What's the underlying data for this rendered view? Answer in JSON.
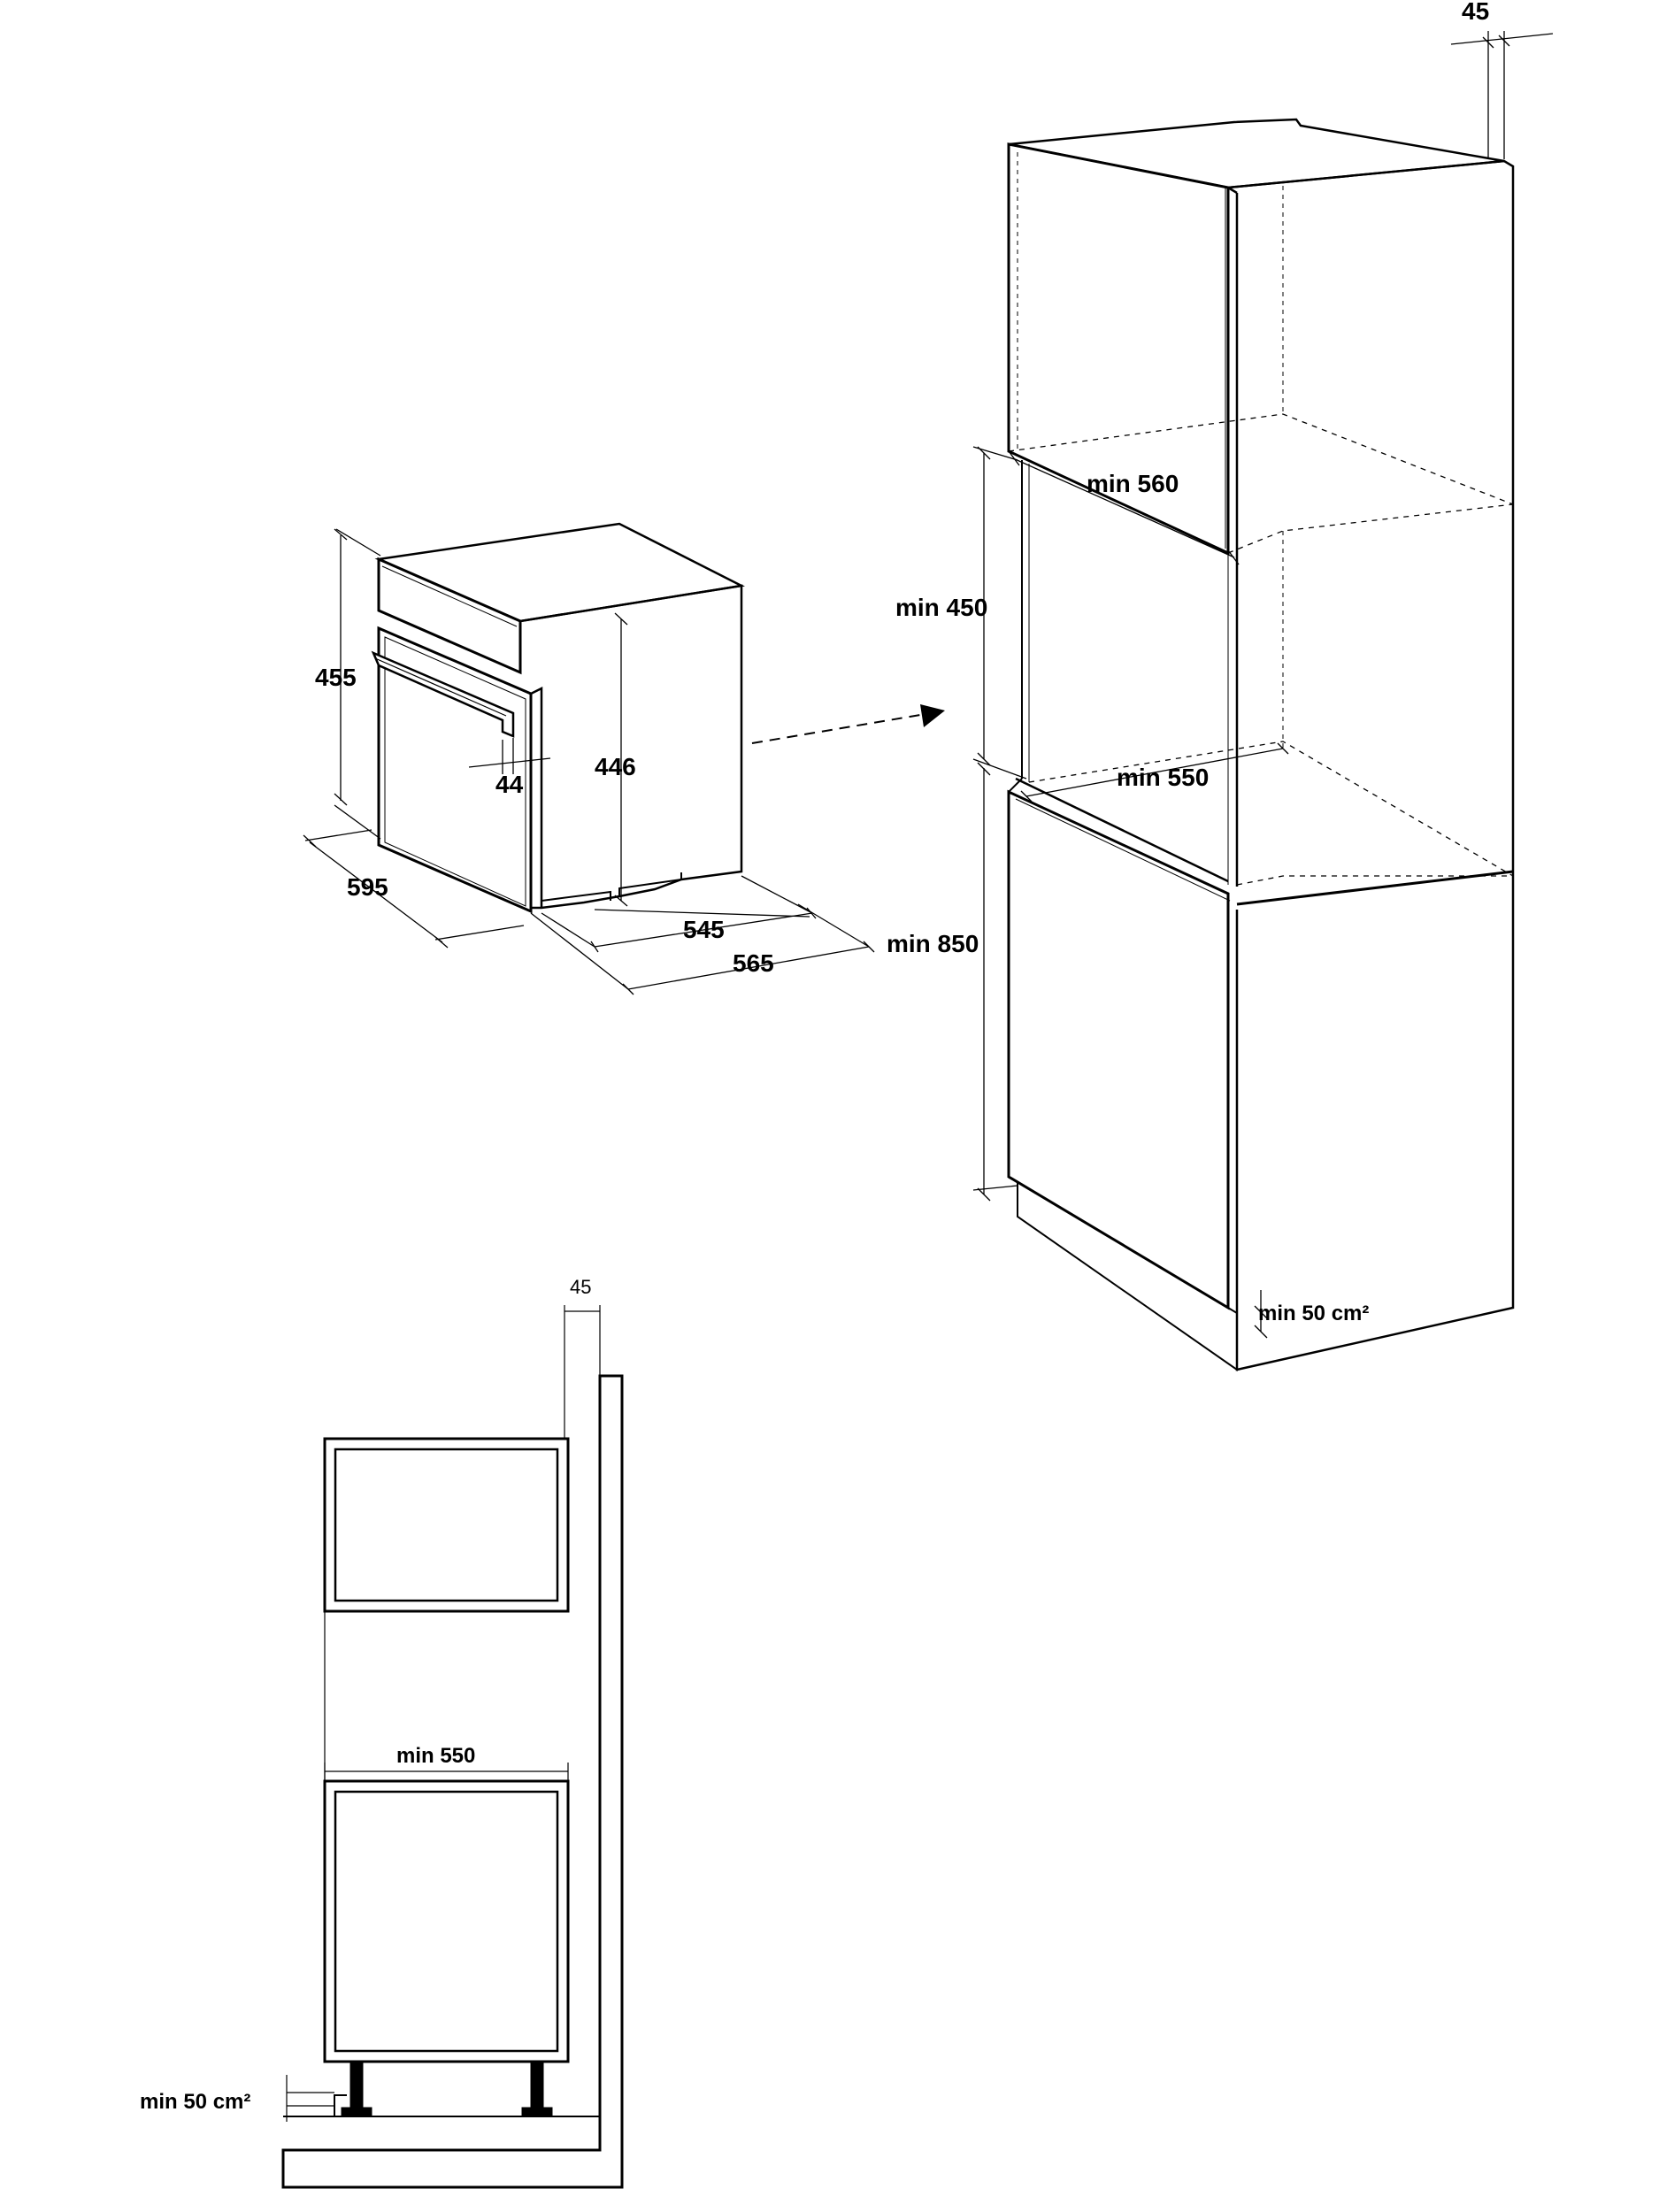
{
  "oven_dims": {
    "height_outer": "455",
    "height_inner": "446",
    "handle_depth": "44",
    "width": "595",
    "depth_body": "545",
    "depth_total": "565"
  },
  "cabinet_dims": {
    "side_panel_thickness": "45",
    "min_width": "min 560",
    "min_opening_height": "min 450",
    "min_depth": "min 550",
    "min_base_height": "min 850",
    "min_vent_area": "min 50 cm²"
  },
  "side_section_dims": {
    "panel_thickness": "45",
    "min_depth": "min 550",
    "min_vent_area": "min 50 cm²"
  }
}
